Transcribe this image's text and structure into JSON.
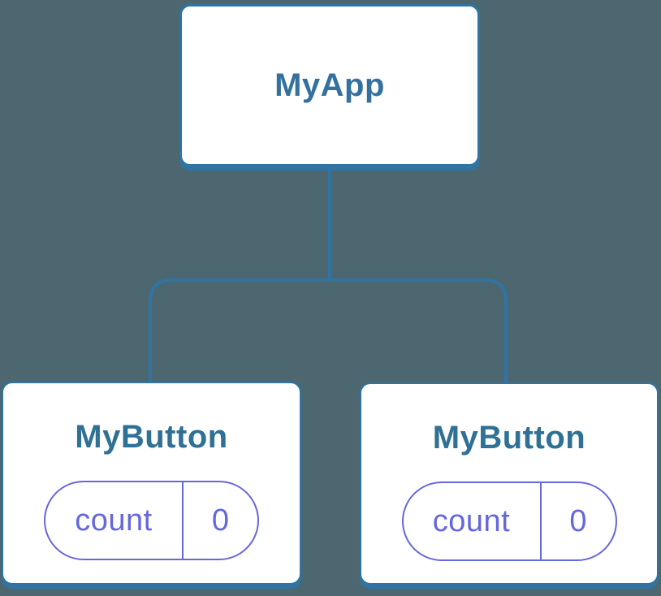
{
  "diagram": {
    "type": "component-tree",
    "root": {
      "label": "MyApp"
    },
    "children": [
      {
        "label": "MyButton",
        "state": {
          "key": "count",
          "value": "0"
        }
      },
      {
        "label": "MyButton",
        "state": {
          "key": "count",
          "value": "0"
        }
      }
    ]
  },
  "colors": {
    "background": "#4C6770",
    "node-fill": "#FFFFFF",
    "node-border": "#2F74A3",
    "root-title": "#35719F",
    "child-title": "#2F7095",
    "state-accent": "#6567DC",
    "connector": "#2F74A3"
  }
}
